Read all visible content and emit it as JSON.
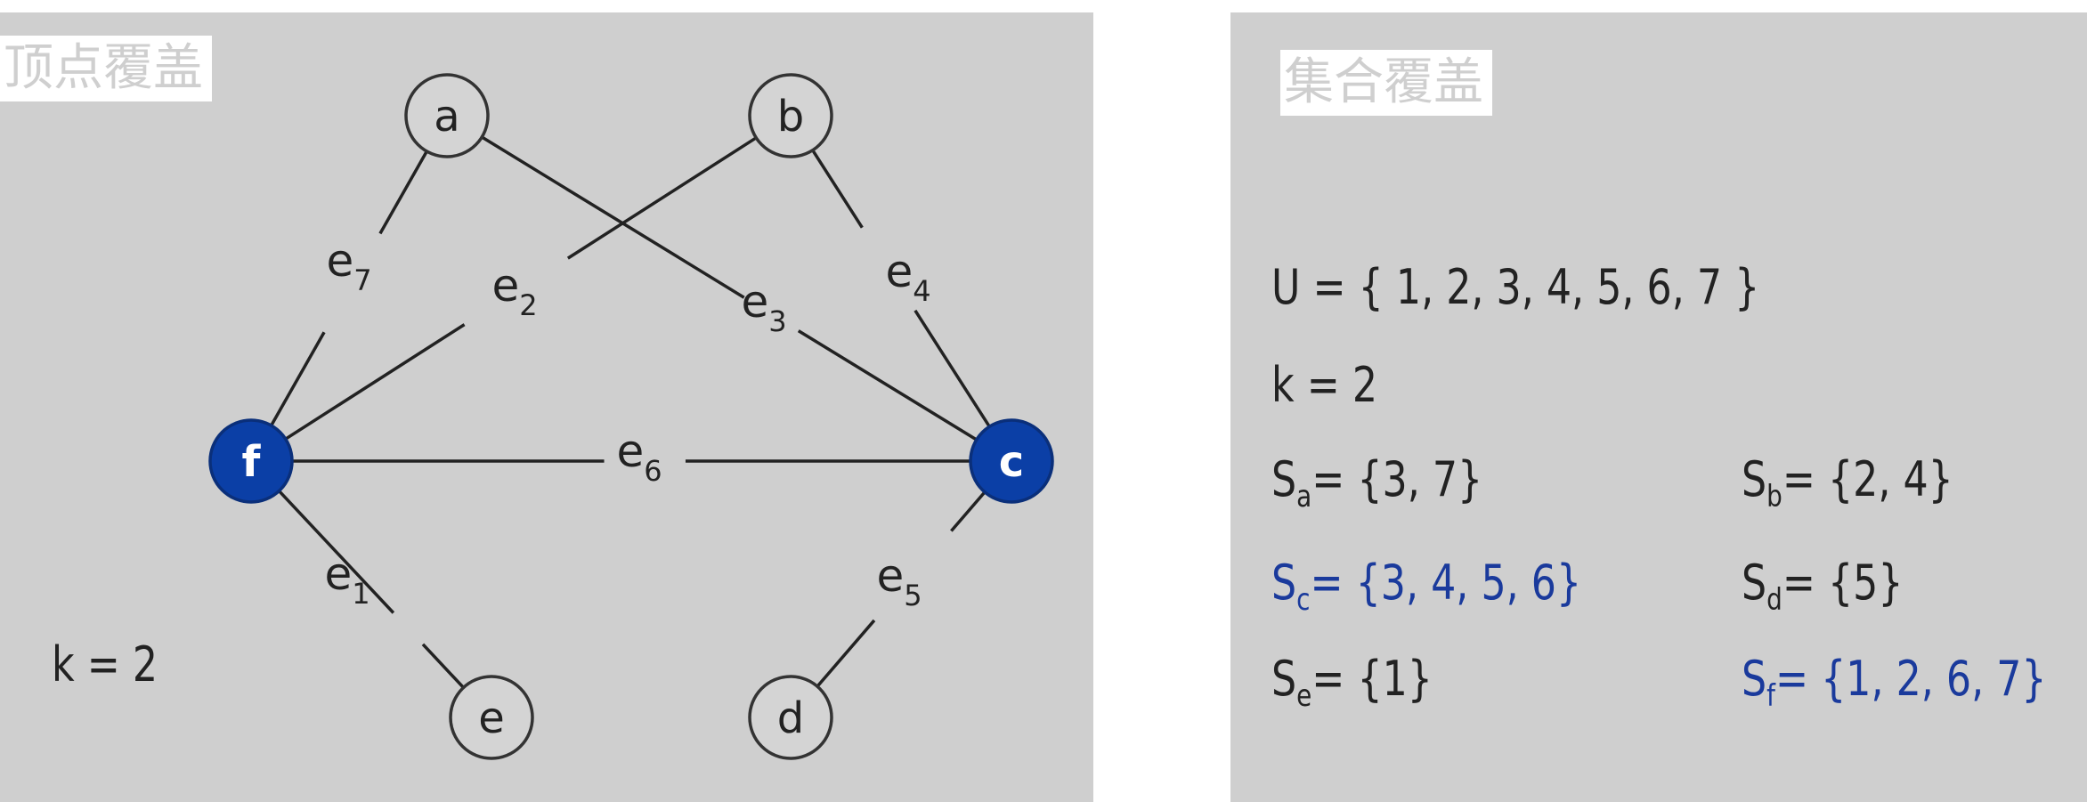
{
  "vertex_cover": {
    "title": "顶点覆盖",
    "k_label": "k = 2",
    "highlight_color": "#0b3fa6",
    "vertices": [
      {
        "id": "a",
        "label": "a",
        "selected": false
      },
      {
        "id": "b",
        "label": "b",
        "selected": false
      },
      {
        "id": "c",
        "label": "c",
        "selected": true
      },
      {
        "id": "d",
        "label": "d",
        "selected": false
      },
      {
        "id": "e",
        "label": "e",
        "selected": false
      },
      {
        "id": "f",
        "label": "f",
        "selected": true
      }
    ],
    "edges": [
      {
        "id": "e1",
        "label_base": "e",
        "label_sub": "1",
        "from": "f",
        "to": "e"
      },
      {
        "id": "e2",
        "label_base": "e",
        "label_sub": "2",
        "from": "f",
        "to": "b"
      },
      {
        "id": "e3",
        "label_base": "e",
        "label_sub": "3",
        "from": "a",
        "to": "c"
      },
      {
        "id": "e4",
        "label_base": "e",
        "label_sub": "4",
        "from": "b",
        "to": "c"
      },
      {
        "id": "e5",
        "label_base": "e",
        "label_sub": "5",
        "from": "c",
        "to": "d"
      },
      {
        "id": "e6",
        "label_base": "e",
        "label_sub": "6",
        "from": "f",
        "to": "c"
      },
      {
        "id": "e7",
        "label_base": "e",
        "label_sub": "7",
        "from": "a",
        "to": "f"
      }
    ]
  },
  "set_cover": {
    "title": "集合覆盖",
    "universe": "U = { 1, 2, 3, 4, 5, 6, 7 }",
    "k_label": "k = 2",
    "highlight_color": "#1a3a9c",
    "sets": [
      {
        "id": "sa",
        "base": "S",
        "sub": "a",
        "elements": "= {3, 7}",
        "selected": false
      },
      {
        "id": "sb",
        "base": "S",
        "sub": "b",
        "elements": "= {2, 4}",
        "selected": false
      },
      {
        "id": "sc",
        "base": "S",
        "sub": "c",
        "elements": "= {3, 4, 5, 6}",
        "selected": true
      },
      {
        "id": "sd",
        "base": "S",
        "sub": "d",
        "elements": "= {5}",
        "selected": false
      },
      {
        "id": "se",
        "base": "S",
        "sub": "e",
        "elements": "= {1}",
        "selected": false
      },
      {
        "id": "sf",
        "base": "S",
        "sub": "f",
        "elements": "= {1, 2, 6, 7}",
        "selected": true
      }
    ]
  }
}
